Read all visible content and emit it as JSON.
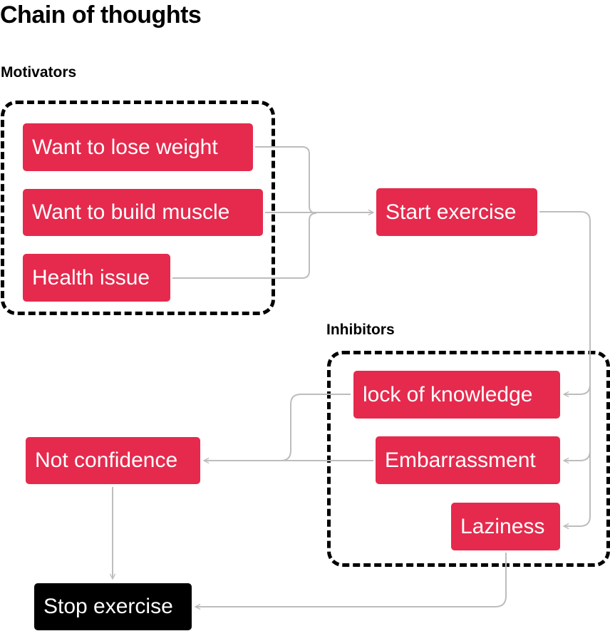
{
  "title": "Chain of thoughts",
  "groups": {
    "motivators": "Motivators",
    "inhibitors": "Inhibitors"
  },
  "nodes": {
    "lose_weight": "Want to lose weight",
    "build_muscle": "Want to build muscle",
    "health_issue": "Health issue",
    "start_exercise": "Start exercise",
    "lack_knowledge": "lock of knowledge",
    "embarrassment": "Embarrassment",
    "laziness": "Laziness",
    "not_confidence": "Not confidence",
    "stop_exercise": "Stop exercise"
  },
  "colors": {
    "node": "#e52a4d",
    "terminal": "#000000",
    "connector": "#bdbdbd"
  }
}
